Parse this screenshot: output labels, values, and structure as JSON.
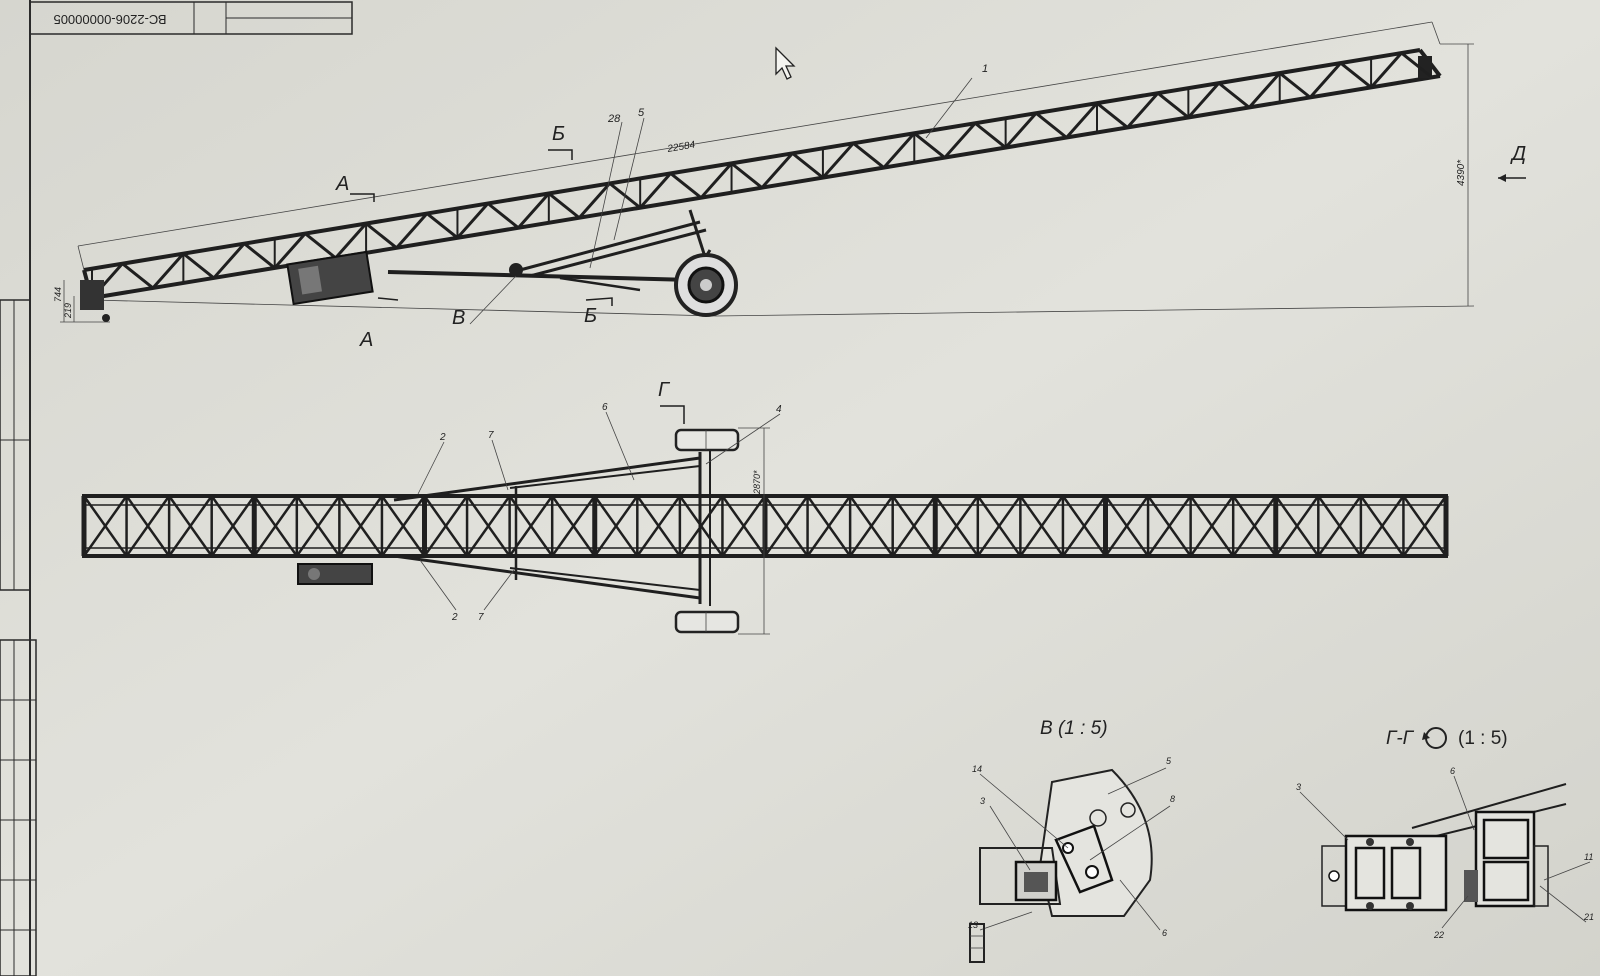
{
  "title_block": {
    "doc_number_rotated": "ВС-2206-00000005",
    "doc_number_display": "ВС-2206-00000005"
  },
  "side_view": {
    "callout_1": "1",
    "callout_28": "28",
    "callout_5": "5",
    "section_A_top": "А",
    "section_A_bottom": "А",
    "section_B_top": "Б",
    "section_B_bottom": "Б",
    "detail_V": "В",
    "view_D": "Д",
    "dim_length": "22584",
    "dim_height": "4390*",
    "dim_small_1": "744",
    "dim_small_2": "219"
  },
  "plan_view": {
    "section_G": "Г",
    "callout_2_top": "2",
    "callout_7_top": "7",
    "callout_6": "6",
    "callout_4": "4",
    "callout_2_bottom": "2",
    "callout_7_bottom": "7",
    "dim_width": "2870*"
  },
  "detail_views": {
    "detail_V_title": "В (1 : 5)",
    "section_G_title": "Г-Г",
    "section_G_scale": "(1 : 5)",
    "v_callout_14": "14",
    "v_callout_3": "3",
    "v_callout_5": "5",
    "v_callout_8": "8",
    "v_callout_6": "6",
    "v_callout_13": "13",
    "g_callout_3": "3",
    "g_callout_6": "6",
    "g_callout_11": "11",
    "g_callout_21": "21",
    "g_callout_22": "22"
  },
  "colors": {
    "paper": "#dcdcd6",
    "ink": "#1f1f1f",
    "frame": "#2a2a2a"
  },
  "icons": [
    "cursor-arrow-icon",
    "rotation-symbol-icon"
  ]
}
